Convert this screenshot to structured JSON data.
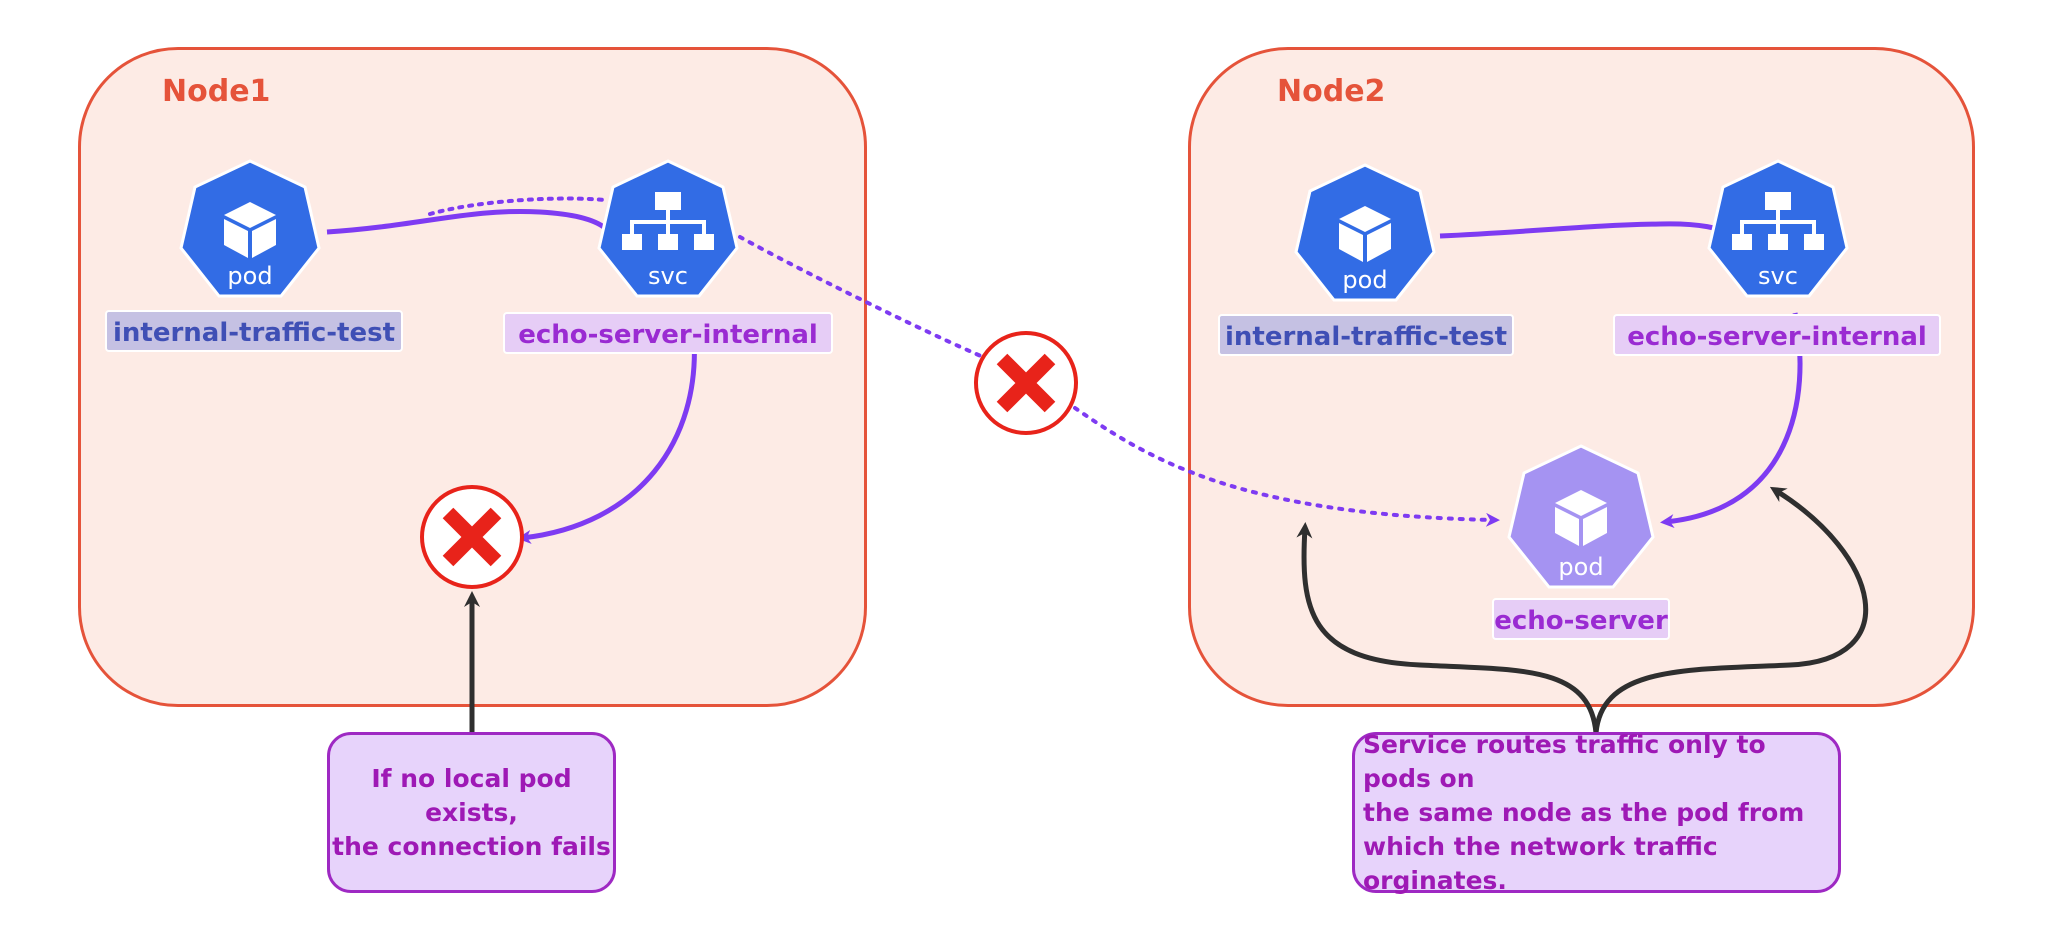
{
  "colors": {
    "node_border": "#e5533a",
    "node_fill": "#fdebe5",
    "k8s_blue": "#326ce5",
    "pod_light_purple": "#a593f2",
    "connector_purple": "#7e3bf2",
    "error_red": "#e8231a",
    "annotation_arrow": "#2f2f2f",
    "note_border": "#9e29c3",
    "note_fill": "#e7d3fb"
  },
  "node1": {
    "title": "Node1",
    "pod": {
      "icon": "cube-icon",
      "tag": "pod",
      "label": "internal-traffic-test"
    },
    "svc": {
      "icon": "sitemap-icon",
      "tag": "svc",
      "label": "echo-server-internal"
    },
    "failure_icon": "x-circle-icon"
  },
  "node2": {
    "title": "Node2",
    "pod": {
      "icon": "cube-icon",
      "tag": "pod",
      "label": "internal-traffic-test"
    },
    "svc": {
      "icon": "sitemap-icon",
      "tag": "svc",
      "label": "echo-server-internal"
    },
    "target_pod": {
      "icon": "cube-icon",
      "tag": "pod",
      "label": "echo-server"
    }
  },
  "cross_node_block_icon": "x-circle-icon",
  "notes": {
    "left": "If no local pod exists,\nthe connection fails",
    "right": "Service routes traffic only to pods on\nthe same node as the pod from\nwhich the network traffic orginates."
  }
}
